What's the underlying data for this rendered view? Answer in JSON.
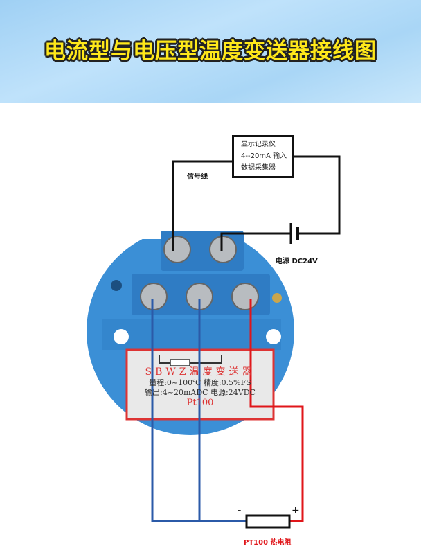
{
  "title": "电流型与电压型温度变送器接线图",
  "instrument_box": {
    "line1": "显示记录仪",
    "line2": "4--20mA 输入",
    "line3": "数据采集器"
  },
  "signal_label": "信号线",
  "power_label": "电源 DC24V",
  "sensor_label": "PT100 热电阻",
  "minus": "-",
  "plus": "+",
  "plate": {
    "title": "SBWZ温度变送器",
    "range": "量程:0~100℃  精度:0.5%FS",
    "output": "输出:4~20mADC 电源:24VDC",
    "type": "Pt100"
  },
  "colors": {
    "device": "#3b8fd6",
    "wire_signal": "#111111",
    "wire_sensor_a": "#2b5aa8",
    "wire_sensor_b": "#e0161a",
    "title": "#ffe81a"
  }
}
